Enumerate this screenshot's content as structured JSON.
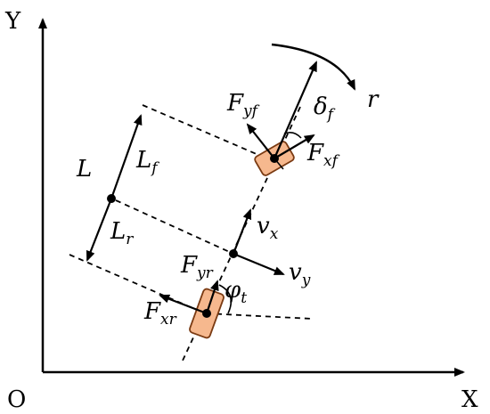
{
  "axes": {
    "x_label": "X",
    "y_label": "Y",
    "origin_label": "O"
  },
  "labels": {
    "wheelbase": "L",
    "front_dist_main": "L",
    "front_dist_sub": "f",
    "rear_dist_main": "L",
    "rear_dist_sub": "r",
    "yaw_rate": "r",
    "steer_main": "δ",
    "steer_sub": "f",
    "fyf_main": "F",
    "fyf_sub": "yf",
    "fxf_main": "F",
    "fxf_sub": "xf",
    "fyr_main": "F",
    "fyr_sub": "yr",
    "fxr_main": "F",
    "fxr_sub": "xr",
    "vx_main": "v",
    "vx_sub": "x",
    "vy_main": "v",
    "vy_sub": "y",
    "heading_main": "φ",
    "heading_sub": "t"
  },
  "colors": {
    "wheel_fill": "#f6b88e",
    "wheel_stroke": "#7a3a12",
    "ink": "#000000"
  }
}
